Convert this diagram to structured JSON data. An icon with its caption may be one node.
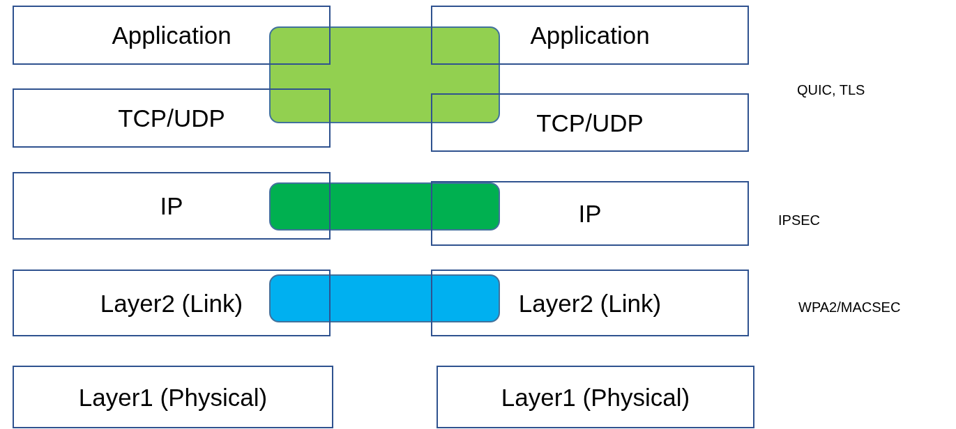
{
  "diagram": {
    "nodes": [
      {
        "text": [
          "Application"
        ]
      },
      {
        "text": [],
        "shape": "box"
      },
      {
        "text": [
          "Application"
        ]
      },
      {
        "text": [
          "TCP/UDP"
        ]
      },
      {
        "text": [
          "TCP/UDP"
        ]
      },
      {
        "text": [
          "IP"
        ]
      },
      {
        "text": [],
        "shape": "box"
      },
      {
        "text": [
          "IP"
        ]
      },
      {
        "text": [
          "Layer2 (Link)"
        ]
      },
      {
        "text": [],
        "shape": "box"
      },
      {
        "text": [
          "Layer2 (Link)"
        ]
      },
      {
        "text": [
          "Layer1 (Physical)"
        ]
      },
      {
        "text": [
          "Layer1 (Physical)"
        ]
      }
    ],
    "labels": [
      "QUIC, TLS",
      "IPSEC",
      "WPA2/MACSEC"
    ]
  }
}
